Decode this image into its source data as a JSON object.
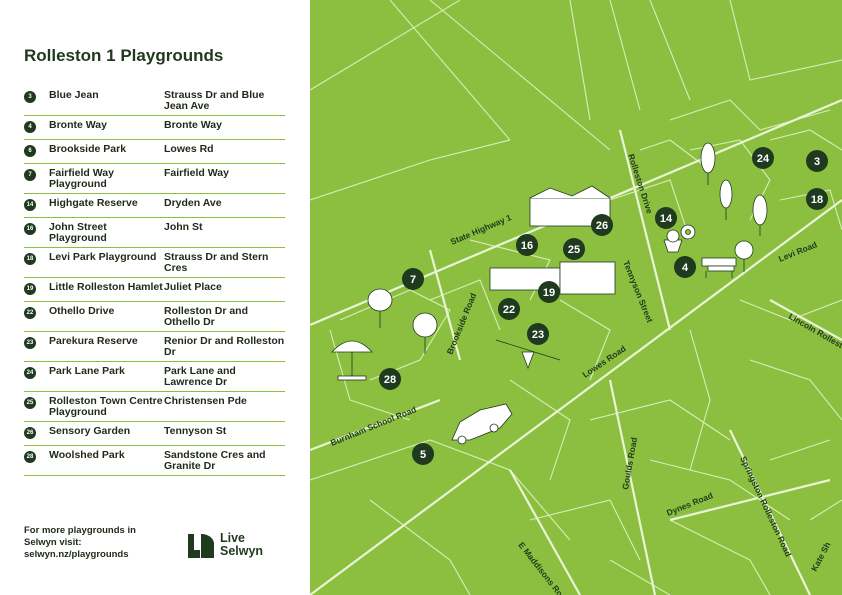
{
  "panel": {
    "title": "Rolleston 1 Playgrounds",
    "playgrounds": [
      {
        "num": "3",
        "name": "Blue Jean",
        "street": "Strauss Dr and Blue Jean Ave"
      },
      {
        "num": "4",
        "name": "Bronte Way",
        "street": "Bronte Way"
      },
      {
        "num": "6",
        "name": "Brookside Park",
        "street": "Lowes Rd"
      },
      {
        "num": "7",
        "name": "Fairfield Way Playground",
        "street": "Fairfield Way"
      },
      {
        "num": "14",
        "name": "Highgate Reserve",
        "street": "Dryden Ave"
      },
      {
        "num": "16",
        "name": "John Street Playground",
        "street": "John St"
      },
      {
        "num": "18",
        "name": "Levi Park Playground",
        "street": "Strauss Dr and Stern Cres"
      },
      {
        "num": "19",
        "name": "Little Rolleston Hamlet",
        "street": "Juliet Place"
      },
      {
        "num": "22",
        "name": "Othello Drive",
        "street": "Rolleston Dr and Othello Dr"
      },
      {
        "num": "23",
        "name": "Parekura Reserve",
        "street": "Renior Dr and Rolleston Dr"
      },
      {
        "num": "24",
        "name": "Park Lane Park",
        "street": "Park Lane and Lawrence Dr"
      },
      {
        "num": "25",
        "name": "Rolleston Town Centre Playground",
        "street": "Christensen Pde"
      },
      {
        "num": "26",
        "name": "Sensory Garden",
        "street": "Tennyson St"
      },
      {
        "num": "28",
        "name": "Woolshed Park",
        "street": "Sandstone Cres and Granite Dr"
      }
    ],
    "more_line1": "For more playgrounds in",
    "more_line2": "Selwyn visit:",
    "more_link": "selwyn.nz/playgrounds",
    "logo_line1": "Live",
    "logo_line2": "Selwyn"
  },
  "map": {
    "road_labels": {
      "state_highway": "State Highway 1",
      "rolleston_drive": "Rolleston Drive",
      "tennyson": "Tennyson Street",
      "brookside": "Brookside Road",
      "lowes": "Lowes Road",
      "levi": "Levi Road",
      "lincoln_rolleston": "Lincoln Rolleston",
      "burnham": "Burnham School Road",
      "goulds": "Goulds Road",
      "dynes": "Dynes Road",
      "springston": "Springston Rolleston Road",
      "maddisons": "E Maddisons Road",
      "kate": "Kate Sh"
    },
    "markers": [
      "3",
      "4",
      "5",
      "7",
      "14",
      "16",
      "18",
      "19",
      "22",
      "23",
      "24",
      "25",
      "26",
      "28"
    ]
  },
  "colors": {
    "map_green": "#8cbf3f",
    "marker_dark": "#1f3a1e",
    "road_line": "#d8ecb8"
  }
}
